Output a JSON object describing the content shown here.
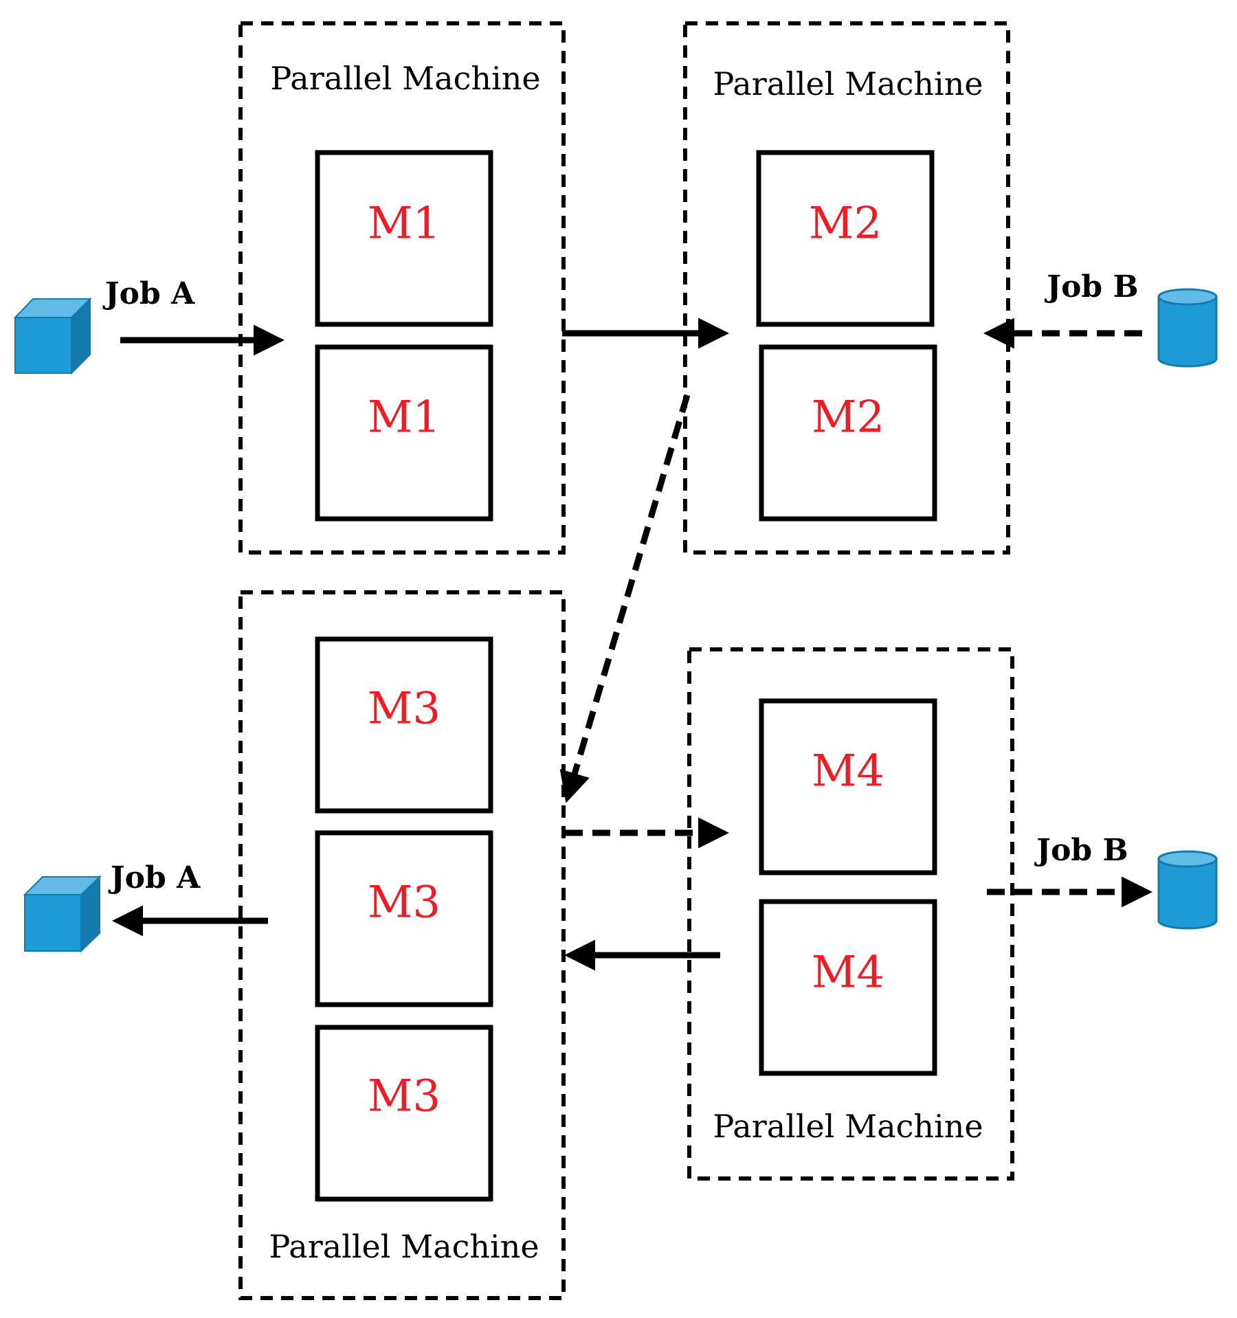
{
  "colors": {
    "machine_text": "#ee1c24",
    "job_icon_fill": "#1e9ad6",
    "job_icon_dark": "#1479ad",
    "job_icon_light": "#62bbe6",
    "line": "#000000"
  },
  "groups": [
    {
      "id": "g1",
      "label": "Parallel Machine",
      "machines": [
        "M1",
        "M1"
      ]
    },
    {
      "id": "g2",
      "label": "Parallel Machine",
      "machines": [
        "M2",
        "M2"
      ]
    },
    {
      "id": "g3",
      "label": "Parallel Machine",
      "machines": [
        "M3",
        "M3",
        "M3"
      ]
    },
    {
      "id": "g4",
      "label": "Parallel Machine",
      "machines": [
        "M4",
        "M4"
      ]
    }
  ],
  "jobs": {
    "job_a_in": {
      "label": "Job A",
      "icon": "cube-icon"
    },
    "job_a_out": {
      "label": "Job A",
      "icon": "cube-icon"
    },
    "job_b_in": {
      "label": "Job B",
      "icon": "cylinder-icon"
    },
    "job_b_out": {
      "label": "Job B",
      "icon": "cylinder-icon"
    }
  },
  "flows": [
    {
      "id": "job-a-to-m1",
      "style": "solid"
    },
    {
      "id": "m1-to-m2",
      "style": "solid"
    },
    {
      "id": "m2-to-m3",
      "style": "dashed"
    },
    {
      "id": "m3-to-m4",
      "style": "dashed"
    },
    {
      "id": "m4-to-m3",
      "style": "solid"
    },
    {
      "id": "m3-to-job-a",
      "style": "solid"
    },
    {
      "id": "job-b-to-m2",
      "style": "dashed"
    },
    {
      "id": "m4-to-job-b",
      "style": "dashed"
    }
  ]
}
